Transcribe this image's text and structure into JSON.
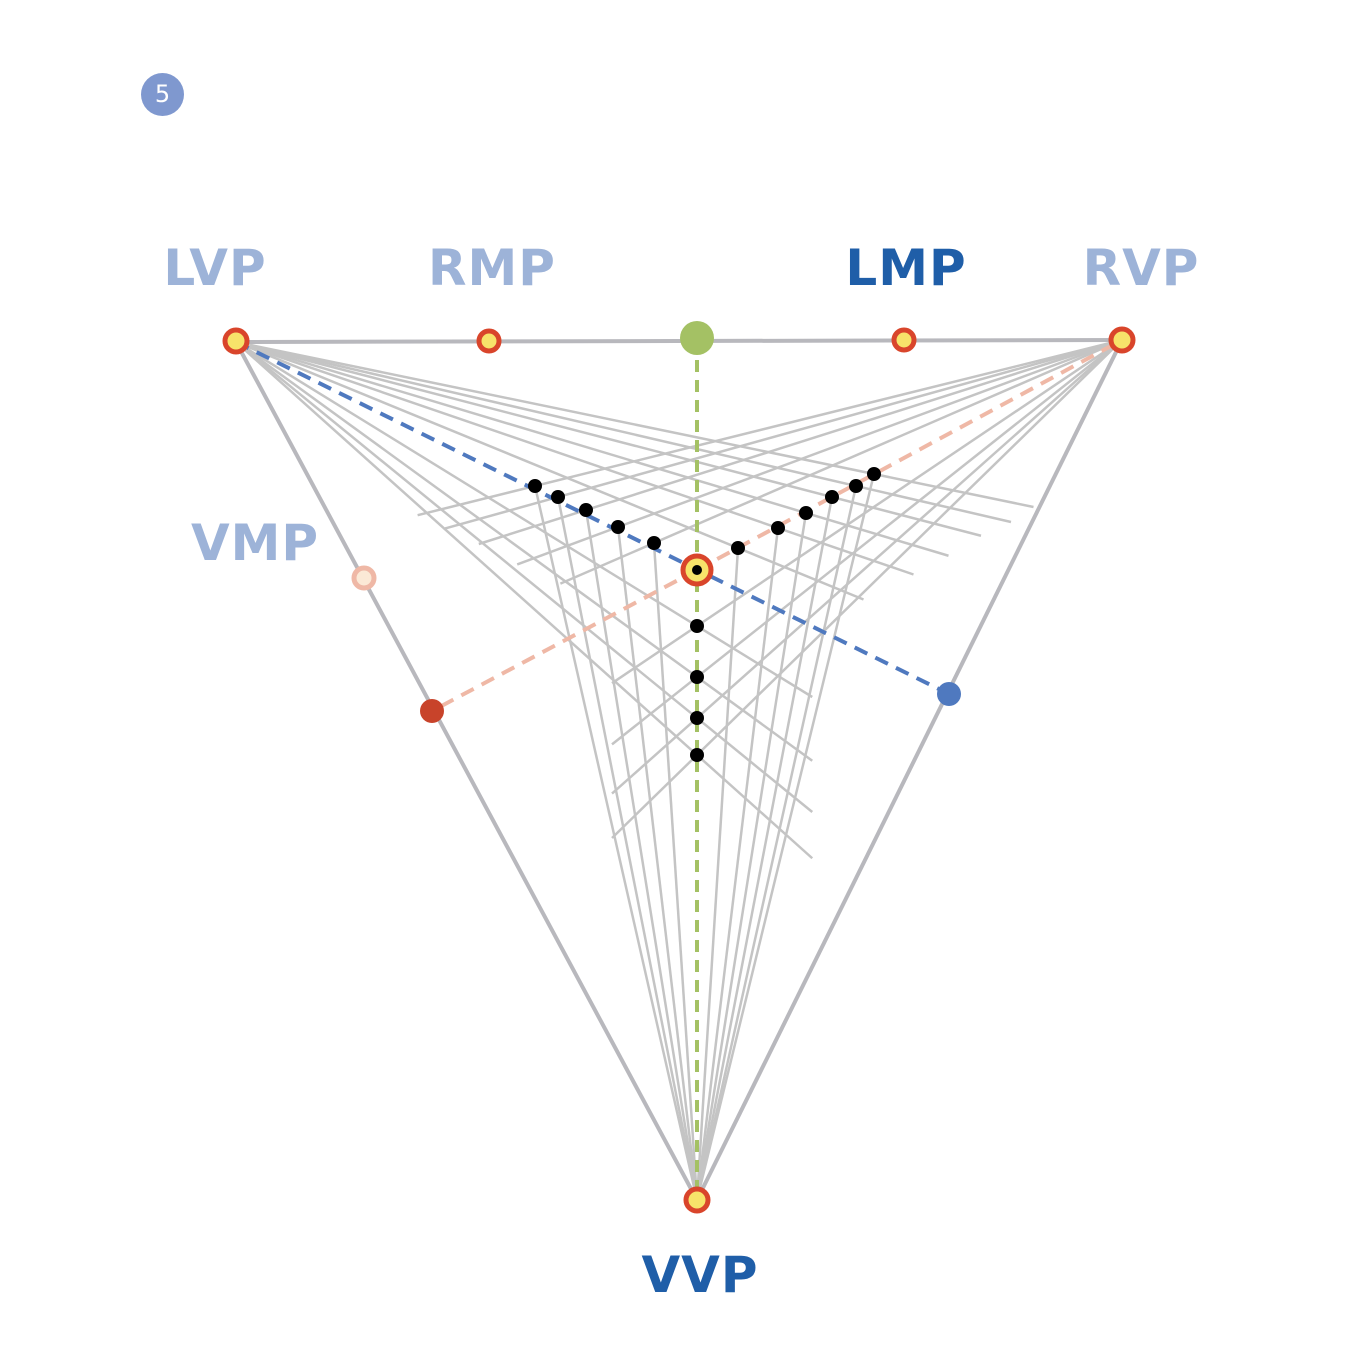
{
  "step": {
    "number": "5"
  },
  "labels": {
    "lvp": "LVP",
    "rmp": "RMP",
    "lmp": "LMP",
    "rvp": "RVP",
    "vmp": "VMP",
    "vvp": "VVP"
  },
  "colors": {
    "label_light": "#9db3d8",
    "label_dark": "#1f5ea8",
    "construction_line": "#c4c4c4",
    "triangle_edge": "#b8b8bd",
    "point_ring": "#d9452b",
    "point_fill": "#f7e36a",
    "grid_dot": "#000000",
    "green": "#a4c164",
    "blue": "#4f79bf",
    "red": "#c8432a",
    "salmon": "#efb8a6",
    "badge": "#7f98cf"
  }
}
